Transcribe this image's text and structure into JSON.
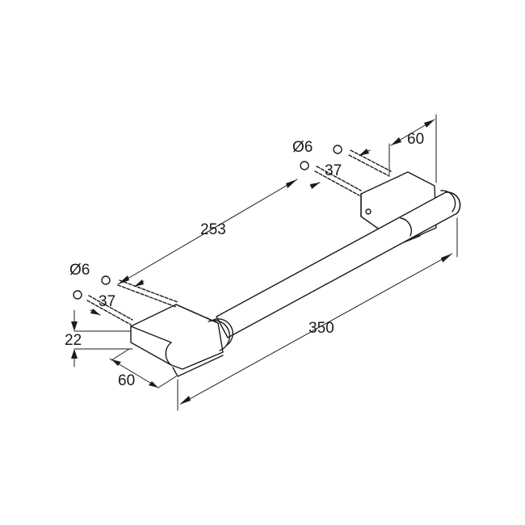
{
  "dimensions": {
    "length_total": "350",
    "hole_spacing": "253",
    "bracket_width_left": "60",
    "bracket_width_right": "60",
    "bracket_depth": "22",
    "screw_length_left": "37",
    "screw_length_right": "37",
    "hole_diameter_left": "Ø6",
    "hole_diameter_right": "Ø6"
  }
}
